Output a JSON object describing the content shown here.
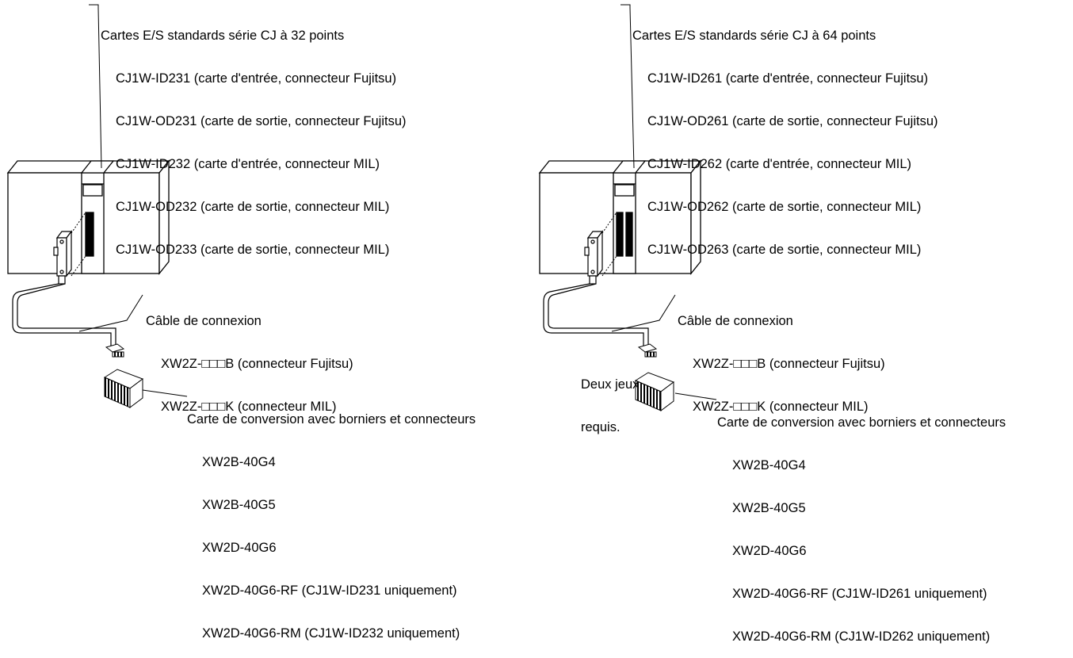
{
  "left": {
    "cards_title": "Cartes E/S standards série CJ à 32 points",
    "cards": [
      "CJ1W-ID231 (carte d'entrée, connecteur Fujitsu)",
      "CJ1W-OD231 (carte de sortie, connecteur Fujitsu)",
      "CJ1W-ID232 (carte d'entrée, connecteur MIL)",
      "CJ1W-OD232 (carte de sortie, connecteur MIL)",
      "CJ1W-OD233 (carte de sortie, connecteur MIL)"
    ],
    "cable_title": "Câble de connexion",
    "cables": [
      "XW2Z-□□□B (connecteur Fujitsu)",
      "XW2Z-□□□K (connecteur MIL)"
    ],
    "terminal_title": "Carte de conversion avec borniers et connecteurs",
    "terminals": [
      "XW2B-40G4",
      "XW2B-40G5",
      "XW2D-40G6",
      "XW2D-40G6-RF (CJ1W-ID231 uniquement)",
      "XW2D-40G6-RM (CJ1W-ID232 uniquement)"
    ]
  },
  "right": {
    "cards_title": "Cartes E/S standards série CJ à 64 points",
    "cards": [
      "CJ1W-ID261 (carte d'entrée, connecteur Fujitsu)",
      "CJ1W-OD261 (carte de sortie, connecteur Fujitsu)",
      "CJ1W-ID262 (carte d'entrée, connecteur MIL)",
      "CJ1W-OD262 (carte de sortie, connecteur MIL)",
      "CJ1W-OD263 (carte de sortie, connecteur MIL)"
    ],
    "cable_title": "Câble de connexion",
    "cables": [
      "XW2Z-□□□B (connecteur Fujitsu)",
      "XW2Z-□□□K (connecteur MIL)"
    ],
    "sets_note_line1": "Deux jeux",
    "sets_note_line2": "requis.",
    "terminal_title": "Carte de conversion avec borniers et connecteurs",
    "terminals": [
      "XW2B-40G4",
      "XW2B-40G5",
      "XW2D-40G6",
      "XW2D-40G6-RF (CJ1W-ID261 uniquement)",
      "XW2D-40G6-RM (CJ1W-ID262 uniquement)"
    ]
  }
}
